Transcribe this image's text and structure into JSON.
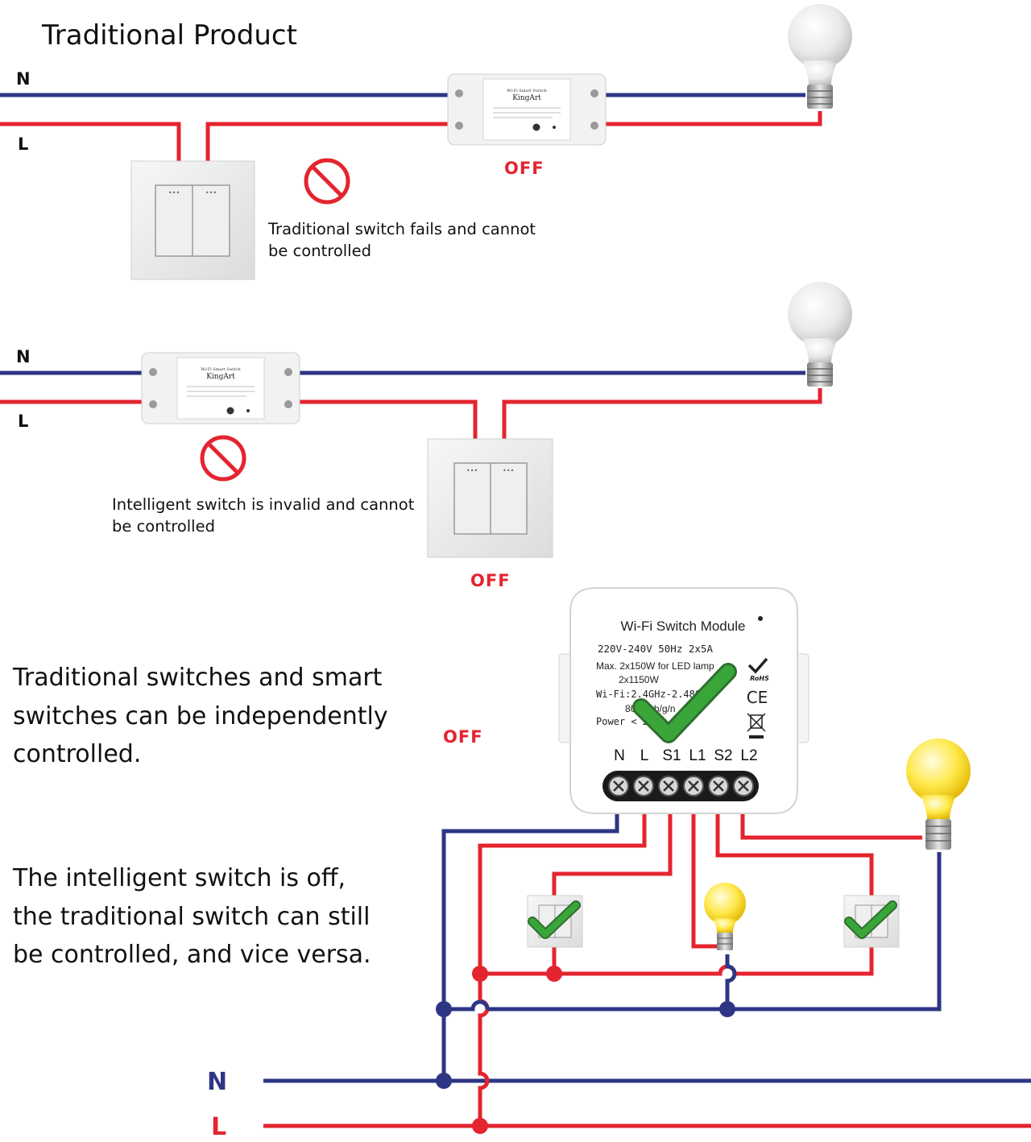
{
  "title": "Traditional Product",
  "colors": {
    "neutral": "#2e3584",
    "live": "#e4242f",
    "check": "#3aa63a"
  },
  "panel1": {
    "n_label": "N",
    "l_label": "L",
    "state": "OFF",
    "note": "Traditional switch fails and cannot be controlled",
    "relay": {
      "brand": "KingArt",
      "caption": "Wi-Fi Smart Switch"
    }
  },
  "panel2": {
    "n_label": "N",
    "l_label": "L",
    "state": "OFF",
    "note": "Intelligent switch is invalid and cannot be controlled",
    "relay": {
      "brand": "KingArt",
      "caption": "Wi-Fi Smart Switch"
    }
  },
  "panel3": {
    "state": "OFF",
    "text1": "Traditional switches and smart switches can be independently controlled.",
    "text2": "The intelligent switch is off, the traditional switch can still be controlled, and vice versa.",
    "module": {
      "title": "Wi-Fi Switch Module",
      "specs": [
        "220V-240V  50Hz  2x5A",
        "Max. 2x150W for LED lamp",
        "2x1150W",
        "Wi-Fi:2.4GHz-2.48GHz",
        "802.11b/g/n",
        "Power < 2W"
      ],
      "rohs": "RoHS",
      "ce": "CE",
      "terminals": [
        "N",
        "L",
        "S1",
        "L1",
        "S2",
        "L2"
      ]
    },
    "n_label": "N",
    "l_label": "L"
  }
}
